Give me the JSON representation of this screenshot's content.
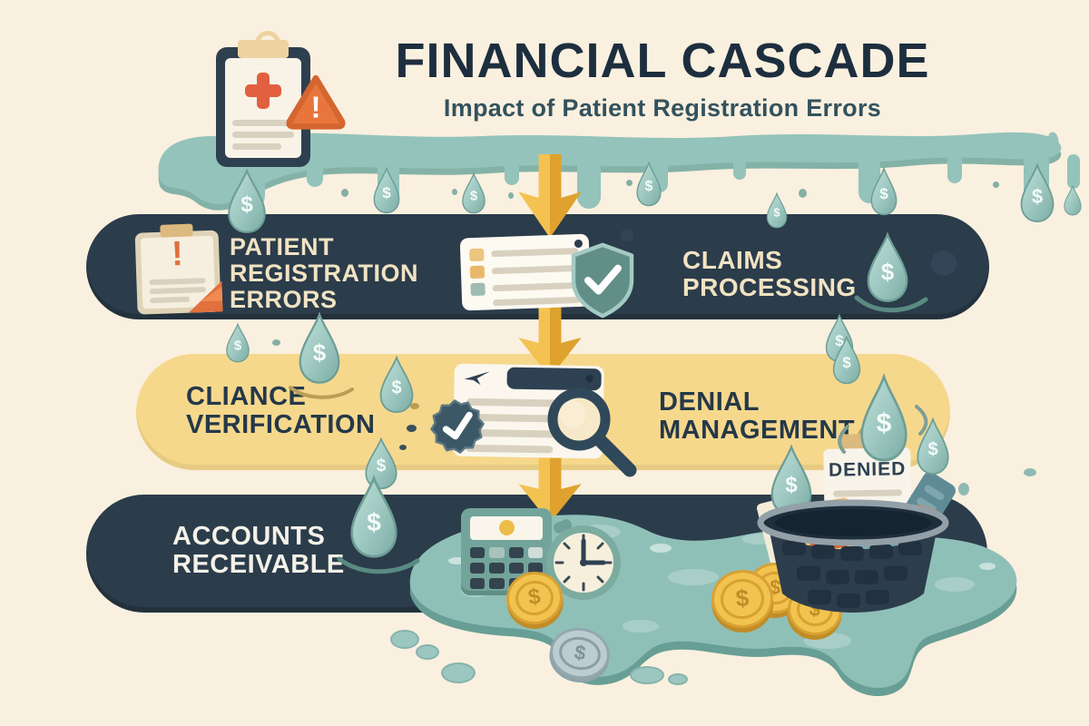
{
  "title": {
    "main": "FINANCIAL CASCADE",
    "subtitle": "Impact of Patient Registration Errors"
  },
  "stages": {
    "registration": {
      "lines": [
        "PATIENT",
        "REGISTRATION",
        "ERRORS"
      ]
    },
    "claims": {
      "lines": [
        "CLAIMS",
        "PROCESSING"
      ]
    },
    "verification": {
      "lines": [
        "CLIANCE",
        "VERIFICATION"
      ]
    },
    "denial": {
      "lines": [
        "DENIAL",
        "MANAGEMENT"
      ]
    },
    "receivable": {
      "lines": [
        "ACCOUNTS",
        "RECEIVABLE"
      ]
    }
  },
  "basket": {
    "denied_label": "DENIED"
  },
  "icons": {
    "dollar": "$",
    "warning": "!",
    "check": "✓"
  },
  "colors": {
    "background": "#faf0df",
    "navy_bar": "#2b3c4b",
    "yellow_bar": "#f6d88c",
    "teal_liquid": "#93c3bb",
    "arrow_gold": "#efb93e",
    "coin_gold": "#f1c04c",
    "alert_orange": "#e0703c",
    "title_navy": "#1d2e3f",
    "subtitle_teal": "#33525e",
    "cream_text": "#f1e3c3"
  }
}
